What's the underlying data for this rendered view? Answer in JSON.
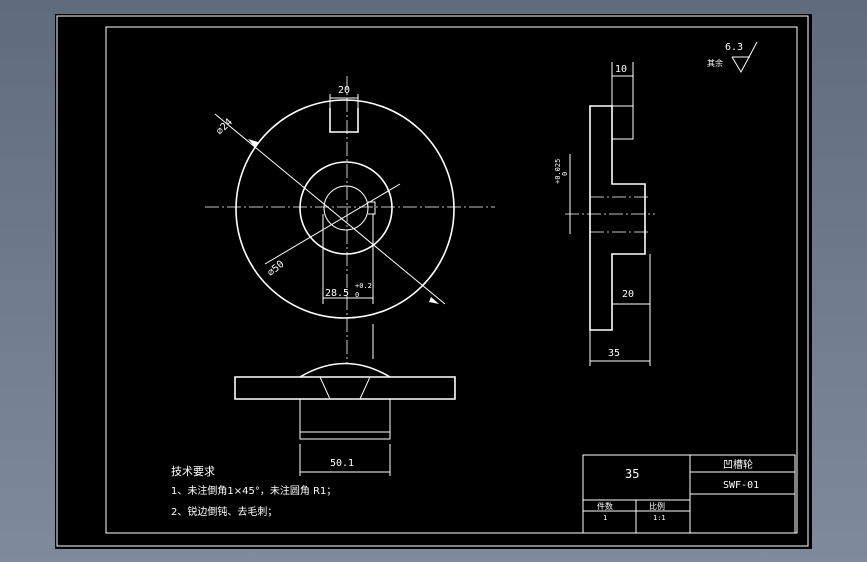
{
  "dims": {
    "top_width": "20",
    "diameter_outer": "∅24",
    "diameter_inner": "∅50",
    "slot_width_base": "28.5",
    "slot_tol_upper": "+0.2",
    "slot_tol_lower": "0",
    "bottom_width": "50.1",
    "side_top_width": "10",
    "side_tolerance": "+0.025",
    "side_tolerance_base": "0",
    "side_hub_width": "20",
    "side_total_width": "35"
  },
  "surface": {
    "roughness_value": "6.3",
    "roughness_label": "其余"
  },
  "notes": {
    "heading": "技术要求",
    "line1": "1、未注倒角1×45°，未注圆角 R1；",
    "line2": "2、锐边倒钝、去毛刺；"
  },
  "title_block": {
    "material": "35",
    "part_name": "凹槽轮",
    "drawing_no": "SWF-01",
    "qty_label": "件数",
    "scale_label": "比例",
    "qty_value": "1",
    "scale_value": "1:1"
  }
}
